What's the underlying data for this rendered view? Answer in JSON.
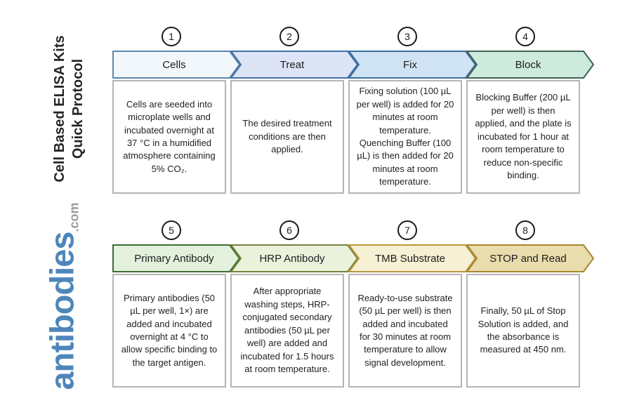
{
  "sidebar": {
    "title_line1": "Cell Based ELISA Kits",
    "title_line2": "Quick Protocol",
    "logo_text": "antibodies",
    "logo_suffix": ".com",
    "logo_color": "#4e86ba"
  },
  "steps": [
    {
      "number": "1",
      "label": "Cells",
      "description": "Cells are seeded into microplate wells and incubated overnight at 37 °C in a humidified atmosphere containing 5% CO₂.",
      "fill": "#f1f7fa",
      "stroke": "#5c87ad"
    },
    {
      "number": "2",
      "label": "Treat",
      "description": "The desired treatment conditions are then applied.",
      "fill": "#dce4f6",
      "stroke": "#4470a8"
    },
    {
      "number": "3",
      "label": "Fix",
      "description": "Fixing solution (100 µL per well) is added for 20 minutes at room temperature. Quenching Buffer (100 µL) is then added for 20 minutes at room temperature.",
      "fill": "#d0e3f4",
      "stroke": "#3d6f9e"
    },
    {
      "number": "4",
      "label": "Block",
      "description": "Blocking Buffer (200 µL per well) is then applied, and the plate is incubated for 1 hour at room temperature to reduce non-specific binding.",
      "fill": "#cdebdc",
      "stroke": "#3f6156"
    },
    {
      "number": "5",
      "label": "Primary Antibody",
      "description": "Primary antibodies (50 µL per well, 1×) are added and incubated overnight at 4 °C to allow specific binding to the target antigen.",
      "fill": "#e2f0dc",
      "stroke": "#3e6b35"
    },
    {
      "number": "6",
      "label": "HRP Antibody",
      "description": "After appropriate washing steps, HRP-conjugated secondary antibodies (50 µL per well) are added and incubated for 1.5 hours at room temperature.",
      "fill": "#eaf2dc",
      "stroke": "#75803a"
    },
    {
      "number": "7",
      "label": "TMB Substrate",
      "description": "Ready-to-use substrate (50 µL per well) is then added and incubated for 30 minutes at room temperature to allow signal development.",
      "fill": "#f6f0d4",
      "stroke": "#b5983f"
    },
    {
      "number": "8",
      "label": "STOP and Read",
      "description": "Finally, 50 µL of Stop Solution is added, and the absorbance is measured at 450 nm.",
      "fill": "#e9dcad",
      "stroke": "#a8862e"
    }
  ]
}
